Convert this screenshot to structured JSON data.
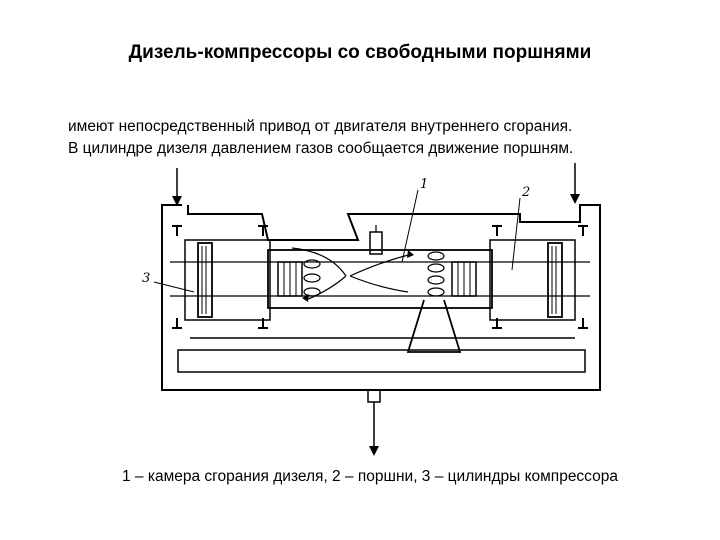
{
  "title": "Дизель-компрессоры со свободными поршнями",
  "description": [
    "имеют непосредственный привод от двигателя внутреннего сгорания.",
    "В цилиндре дизеля давлением газов сообщается движение поршням."
  ],
  "diagram": {
    "labels": [
      "1",
      "2",
      "3"
    ]
  },
  "caption": "1 – камера сгорания дизеля, 2 – поршни, 3 – цилиндры компрессора"
}
